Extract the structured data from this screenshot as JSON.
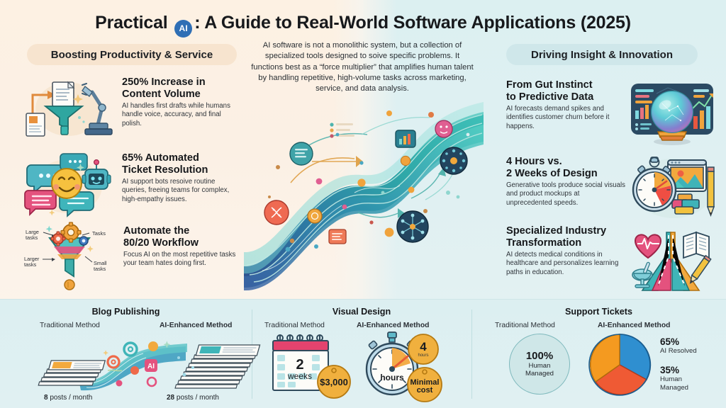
{
  "header": {
    "title_part1": "Practical",
    "title_badge": "AI",
    "title_part2": ": A Guide to Real-World Software Applications (2025)"
  },
  "intro": {
    "text": "AI software is not a monolithic system, but a collection of specialized tools designed to soive specific problems. It functions best as a “force multiplier” that amplifies human talent by handling repetitive, high-volume tasks across marketing, service, and data analysis."
  },
  "left_column": {
    "heading": "Boosting Productivity & Service",
    "items": [
      {
        "title_line1": "250% Increase in",
        "title_line2": "Content Volume",
        "body": "AI handles first drafts while humans handle voice, accuracy, and final polish.",
        "icon": "funnel-robot-arm-documents-icon"
      },
      {
        "title_line1": "65% Automated",
        "title_line2": "Ticket Resolution",
        "body": "AI support bots resoive routine queries, freeing teams for complex, high-empathy issues.",
        "icon": "chat-bubbles-smiley-bot-icon"
      },
      {
        "title_line1": "Automate the",
        "title_line2": "80/20 Workflow",
        "body": "Focus AI on the most repetitive tasks your team hates doing first.",
        "icon": "funnel-gears-icon",
        "annotations": {
          "top_left": "Large tasks",
          "top_right": "Tasks",
          "bottom_left": "Larger tasks",
          "bottom_right": "Small tasks"
        }
      }
    ]
  },
  "right_column": {
    "heading": "Driving Insight & Innovation",
    "items": [
      {
        "title_line1": "From Gut Instinct",
        "title_line2": "to Predictive Data",
        "body": "AI forecasts demand spikes and identifies customer churn before it happens.",
        "icon": "crystal-ball-dashboard-icon"
      },
      {
        "title_line1": "4 Hours vs.",
        "title_line2": "2 Weeks of Design",
        "body": "Generative tools produce social visuals and product mockups at unprecedented speeds.",
        "icon": "stopwatch-design-monitor-pencil-icon"
      },
      {
        "title_line1": "Specialized Industry",
        "title_line2": "Transformation",
        "body": "AI detects medical conditions in healthcare and personalizes learning paths in education.",
        "icon": "heart-book-pencil-roads-icon"
      }
    ]
  },
  "center_illustration": {
    "name": "ai-data-flow-wave-illustration",
    "nodes": [
      "document-list-node",
      "chart-bar-node",
      "emoji-node",
      "gear-hub-node",
      "network-node",
      "dna-node",
      "coin-node",
      "message-card-node"
    ]
  },
  "bottom": {
    "sections": [
      {
        "title": "Blog Publishing",
        "traditional_label": "Traditional Method",
        "ai_label": "AI-Enhanced Method",
        "traditional_caption_value": "8",
        "traditional_caption_unit": " posts / month",
        "ai_caption_value": "28",
        "ai_caption_unit": " posts / month",
        "icon_traditional": "paper-stack-small-icon",
        "icon_ai": "paper-stack-large-icon"
      },
      {
        "title": "Visual Design",
        "traditional_label": "Traditional Method",
        "ai_label": "AI-Enhanced Method",
        "traditional_value": "2",
        "traditional_unit": "weeks",
        "traditional_tag": "$3,000",
        "ai_value": "4",
        "ai_unit": "hours",
        "ai_badge_number": "4",
        "ai_badge_unit": "hours",
        "ai_tag_line1": "Minimal",
        "ai_tag_line2": "cost",
        "icon_traditional": "calendar-icon",
        "icon_ai": "stopwatch-icon"
      },
      {
        "title": "Support Tickets",
        "traditional_label": "Traditional Method",
        "ai_label": "AI-Enhanced Method",
        "traditional_circle_value": "100%",
        "traditional_circle_line1": "Human",
        "traditional_circle_line2": "Managed",
        "pie_label1_value": "65%",
        "pie_label1_text": "AI Resolved",
        "pie_label2_value": "35%",
        "pie_label2_line1": "Human",
        "pie_label2_line2": "Managed",
        "icon_pie": "pie-chart-icon"
      }
    ]
  },
  "chart_data": [
    {
      "type": "bar",
      "title": "Blog Publishing",
      "categories": [
        "Traditional Method",
        "AI-Enhanced Method"
      ],
      "values": [
        8,
        28
      ],
      "ylabel": "posts / month",
      "xlabel": "",
      "ylim": [
        0,
        30
      ]
    },
    {
      "type": "bar",
      "title": "Visual Design",
      "categories": [
        "Traditional Method",
        "AI-Enhanced Method"
      ],
      "values": [
        336,
        4
      ],
      "value_labels": [
        "2 weeks",
        "4 hours"
      ],
      "cost_labels": [
        "$3,000",
        "Minimal cost"
      ],
      "ylabel": "hours",
      "xlabel": "",
      "ylim": [
        0,
        340
      ]
    },
    {
      "type": "pie",
      "title": "Support Tickets",
      "subtitle": "AI-Enhanced Method",
      "labels": [
        "AI Resolved",
        "Human Managed"
      ],
      "values": [
        65,
        35
      ],
      "colors": [
        "#2f8fd0",
        "#f08a23"
      ],
      "legend": "right",
      "comparison": {
        "label": "Traditional Method",
        "labels": [
          "Human Managed"
        ],
        "values": [
          100
        ],
        "colors": [
          "#cfe7e8"
        ]
      }
    }
  ],
  "palette": {
    "bg_left": "#fdf1e3",
    "bg_right": "#dcf0f1",
    "pill_left": "#f7e4cf",
    "pill_right": "#cfe7ea",
    "accent_blue": "#2f6fb5",
    "accent_teal": "#2a9aa5",
    "accent_orange": "#f08a23",
    "accent_red": "#ef5a34",
    "bottom_panel": "#dceff1"
  }
}
